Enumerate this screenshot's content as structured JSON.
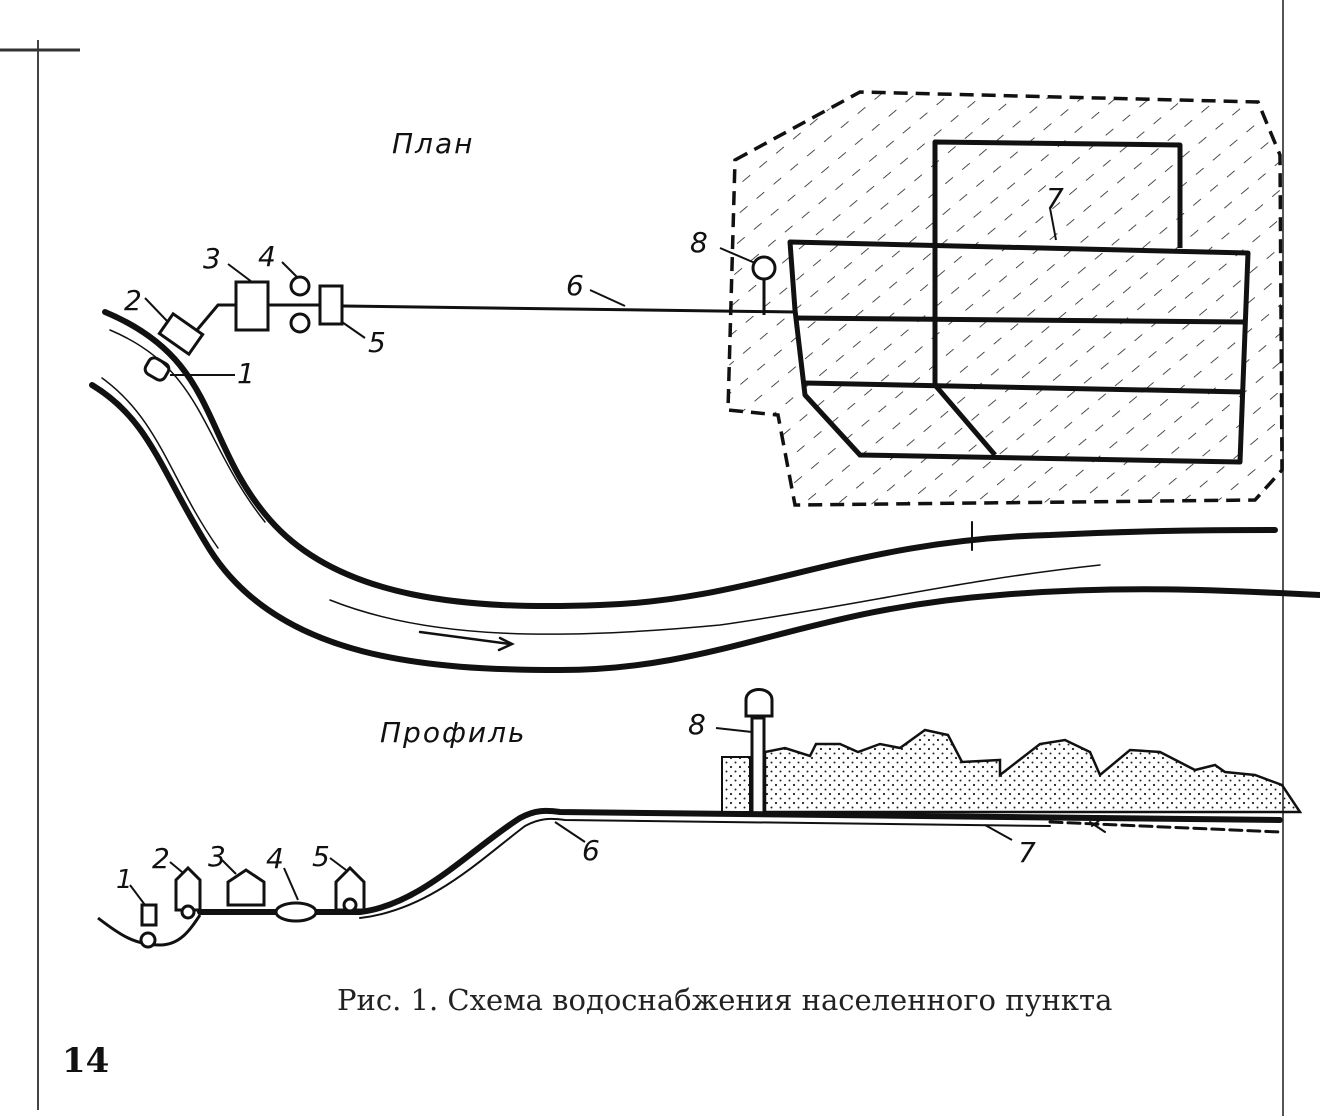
{
  "plan_title": "План",
  "profile_title": "Профиль",
  "caption": "Рис. 1. Схема водоснабжения населенного пункта",
  "page_number": "14",
  "plan_labels": {
    "n1": "1",
    "n2": "2",
    "n3": "3",
    "n4": "4",
    "n5": "5",
    "n6": "6",
    "n7": "7",
    "n8": "8"
  },
  "profile_labels": {
    "n1": "1",
    "n2": "2",
    "n3": "3",
    "n4": "4",
    "n5": "5",
    "n6": "6",
    "n7": "7",
    "n8": "8"
  },
  "colors": {
    "ink": "#111111",
    "paper": "#ffffff"
  }
}
